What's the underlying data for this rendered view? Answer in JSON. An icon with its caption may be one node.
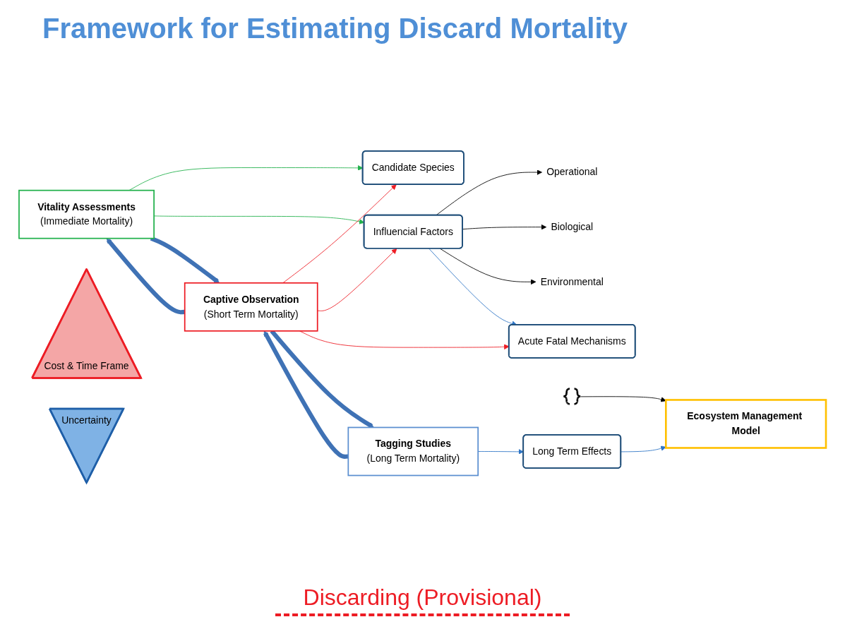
{
  "diagram": {
    "title": "Framework for Estimating Discard Mortality",
    "nodes": [
      {
        "text": [
          "Vitality Assessments",
          "(Immediate Mortality)"
        ]
      },
      {
        "text": [
          "Candidate Species"
        ]
      },
      {
        "text": [
          "Operational"
        ]
      },
      {
        "text": [
          "Influencial Factors"
        ]
      },
      {
        "text": [
          "Biological"
        ]
      },
      {
        "text": [
          "Environmental"
        ]
      },
      {
        "text": [
          "Captive Observation",
          "(Short Term Mortality)"
        ]
      },
      {
        "text": [
          "Acute Fatal Mechanisms"
        ]
      },
      {
        "text": [],
        "shape": "bracket"
      },
      {
        "text": [
          "Tagging Studies",
          "(Long Term Mortality)"
        ]
      },
      {
        "text": [
          "Long Term Effects"
        ]
      },
      {
        "text": [
          "Ecosystem Management Model"
        ]
      },
      {
        "text": [
          "Cost & Time Frame"
        ]
      },
      {
        "text": [
          "Uncertainty"
        ]
      }
    ],
    "edges": [
      {
        "from": 0,
        "to": 1,
        "arrow": "to",
        "color": "#22b14c"
      },
      {
        "from": 0,
        "to": 3,
        "arrow": "to",
        "color": "#22b14c"
      },
      {
        "from": 6,
        "to": 1,
        "arrow": "to",
        "color": "#ed1c24"
      },
      {
        "from": 6,
        "to": 3,
        "arrow": "to",
        "color": "#ed1c24"
      },
      {
        "from": 6,
        "to": 7,
        "arrow": "to",
        "color": "#ed1c24"
      },
      {
        "from": 3,
        "to": 2,
        "arrow": "to",
        "color": "#000000"
      },
      {
        "from": 3,
        "to": 4,
        "arrow": "to",
        "color": "#000000"
      },
      {
        "from": 3,
        "to": 5,
        "arrow": "to",
        "color": "#000000"
      },
      {
        "from": 3,
        "to": 7,
        "arrow": "to",
        "color": "#2e75c6"
      },
      {
        "from": 6,
        "to": 0,
        "arrow": "to",
        "style": "thick",
        "color": "#3f72b5"
      },
      {
        "from": 0,
        "to": 6,
        "arrow": "to",
        "style": "thick",
        "color": "#3f72b5"
      },
      {
        "from": 9,
        "to": 6,
        "arrow": "to",
        "style": "thick",
        "color": "#3f72b5"
      },
      {
        "from": 6,
        "to": 9,
        "arrow": "to",
        "style": "thick",
        "color": "#3f72b5"
      },
      {
        "from": 9,
        "to": 10,
        "arrow": "to",
        "color": "#2e75c6"
      },
      {
        "from": 10,
        "to": 11,
        "arrow": "to",
        "color": "#2e75c6"
      },
      {
        "from": 8,
        "to": 11,
        "arrow": "to",
        "color": "#000000"
      }
    ],
    "labels": [
      "Discarding (Provisional)"
    ]
  }
}
